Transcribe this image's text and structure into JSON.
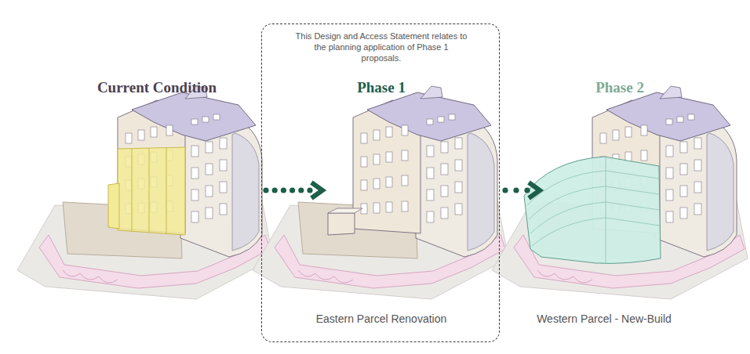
{
  "diagram": {
    "nodes": [
      {
        "text": [
          "Current Condition"
        ]
      },
      {
        "text": [
          "This Design and Access Statement relates to the planning application of Phase 1 proposals."
        ]
      },
      {
        "text": [
          "Phase 1",
          "Eastern Parcel Renovation"
        ],
        "in": 1
      },
      {
        "text": [
          "Phase 2",
          "Western Parcel - New-Build"
        ]
      }
    ],
    "edges": [
      {
        "from": 0,
        "to": 2,
        "arrow": "to"
      },
      {
        "from": 2,
        "to": 3,
        "arrow": "to"
      }
    ]
  }
}
